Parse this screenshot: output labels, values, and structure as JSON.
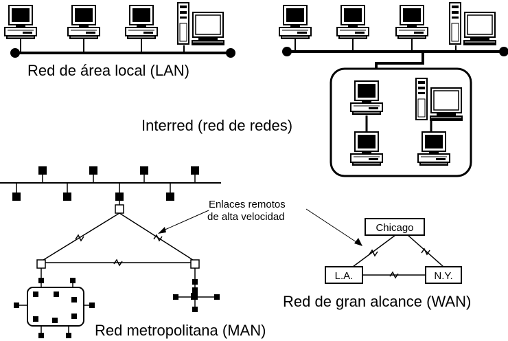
{
  "labels": {
    "lan": "Red de área local (LAN)",
    "internet": "Interred (red de redes)",
    "remote_links_1": "Enlaces remotos",
    "remote_links_2": "de alta velocidad",
    "man": "Red metropolitana (MAN)",
    "wan": "Red de gran alcance (WAN)"
  },
  "wan_nodes": {
    "chicago": "Chicago",
    "la": "L.A.",
    "ny": "N.Y."
  },
  "icons": {
    "workstation": "workstation-icon",
    "server": "tower-server-icon",
    "node": "network-node-icon"
  }
}
